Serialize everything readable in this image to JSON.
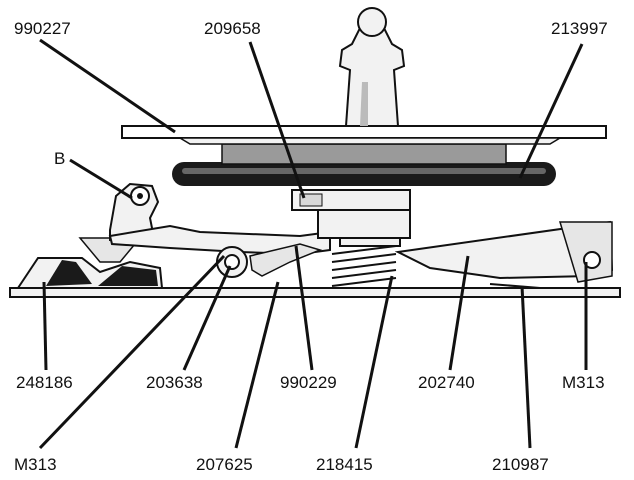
{
  "part_labels": {
    "p990227": "990227",
    "p209658": "209658",
    "p213997": "213997",
    "pB": "B",
    "p248186": "248186",
    "p203638": "203638",
    "p990229": "990229",
    "p202740": "202740",
    "pM313_right": "M313",
    "pM313_left": "M313",
    "p207625": "207625",
    "p218415": "218415",
    "p210987": "210987"
  },
  "colors": {
    "ink": "#111111",
    "fill_light": "#f2f2f2",
    "fill_mid": "#d9d9d9",
    "fill_dark": "#9a9a9a",
    "belt": "#1a1a1a"
  }
}
